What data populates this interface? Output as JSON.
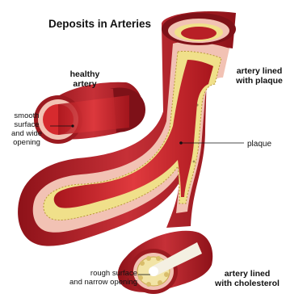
{
  "title": "Deposits in Arteries",
  "labels": {
    "healthy_line1": "healthy",
    "healthy_line2": "artery",
    "plaque_lined_line1": "artery lined",
    "plaque_lined_line2": "with plaque",
    "smooth_line1": "smooth",
    "smooth_line2": "surface",
    "smooth_line3": "and wide",
    "smooth_line4": "opening",
    "plaque": "plaque",
    "rough_line1": "rough surface",
    "rough_line2": "and narrow opening",
    "chol_line1": "artery lined",
    "chol_line2": "with cholesterol"
  },
  "colors": {
    "artery_outer": "#a51c24",
    "artery_dark": "#7e1118",
    "artery_wall": "#f2c2b4",
    "plaque_yellow": "#f0e08a",
    "blood": "#d62a2e",
    "cholesterol": "#f2e4a6"
  }
}
